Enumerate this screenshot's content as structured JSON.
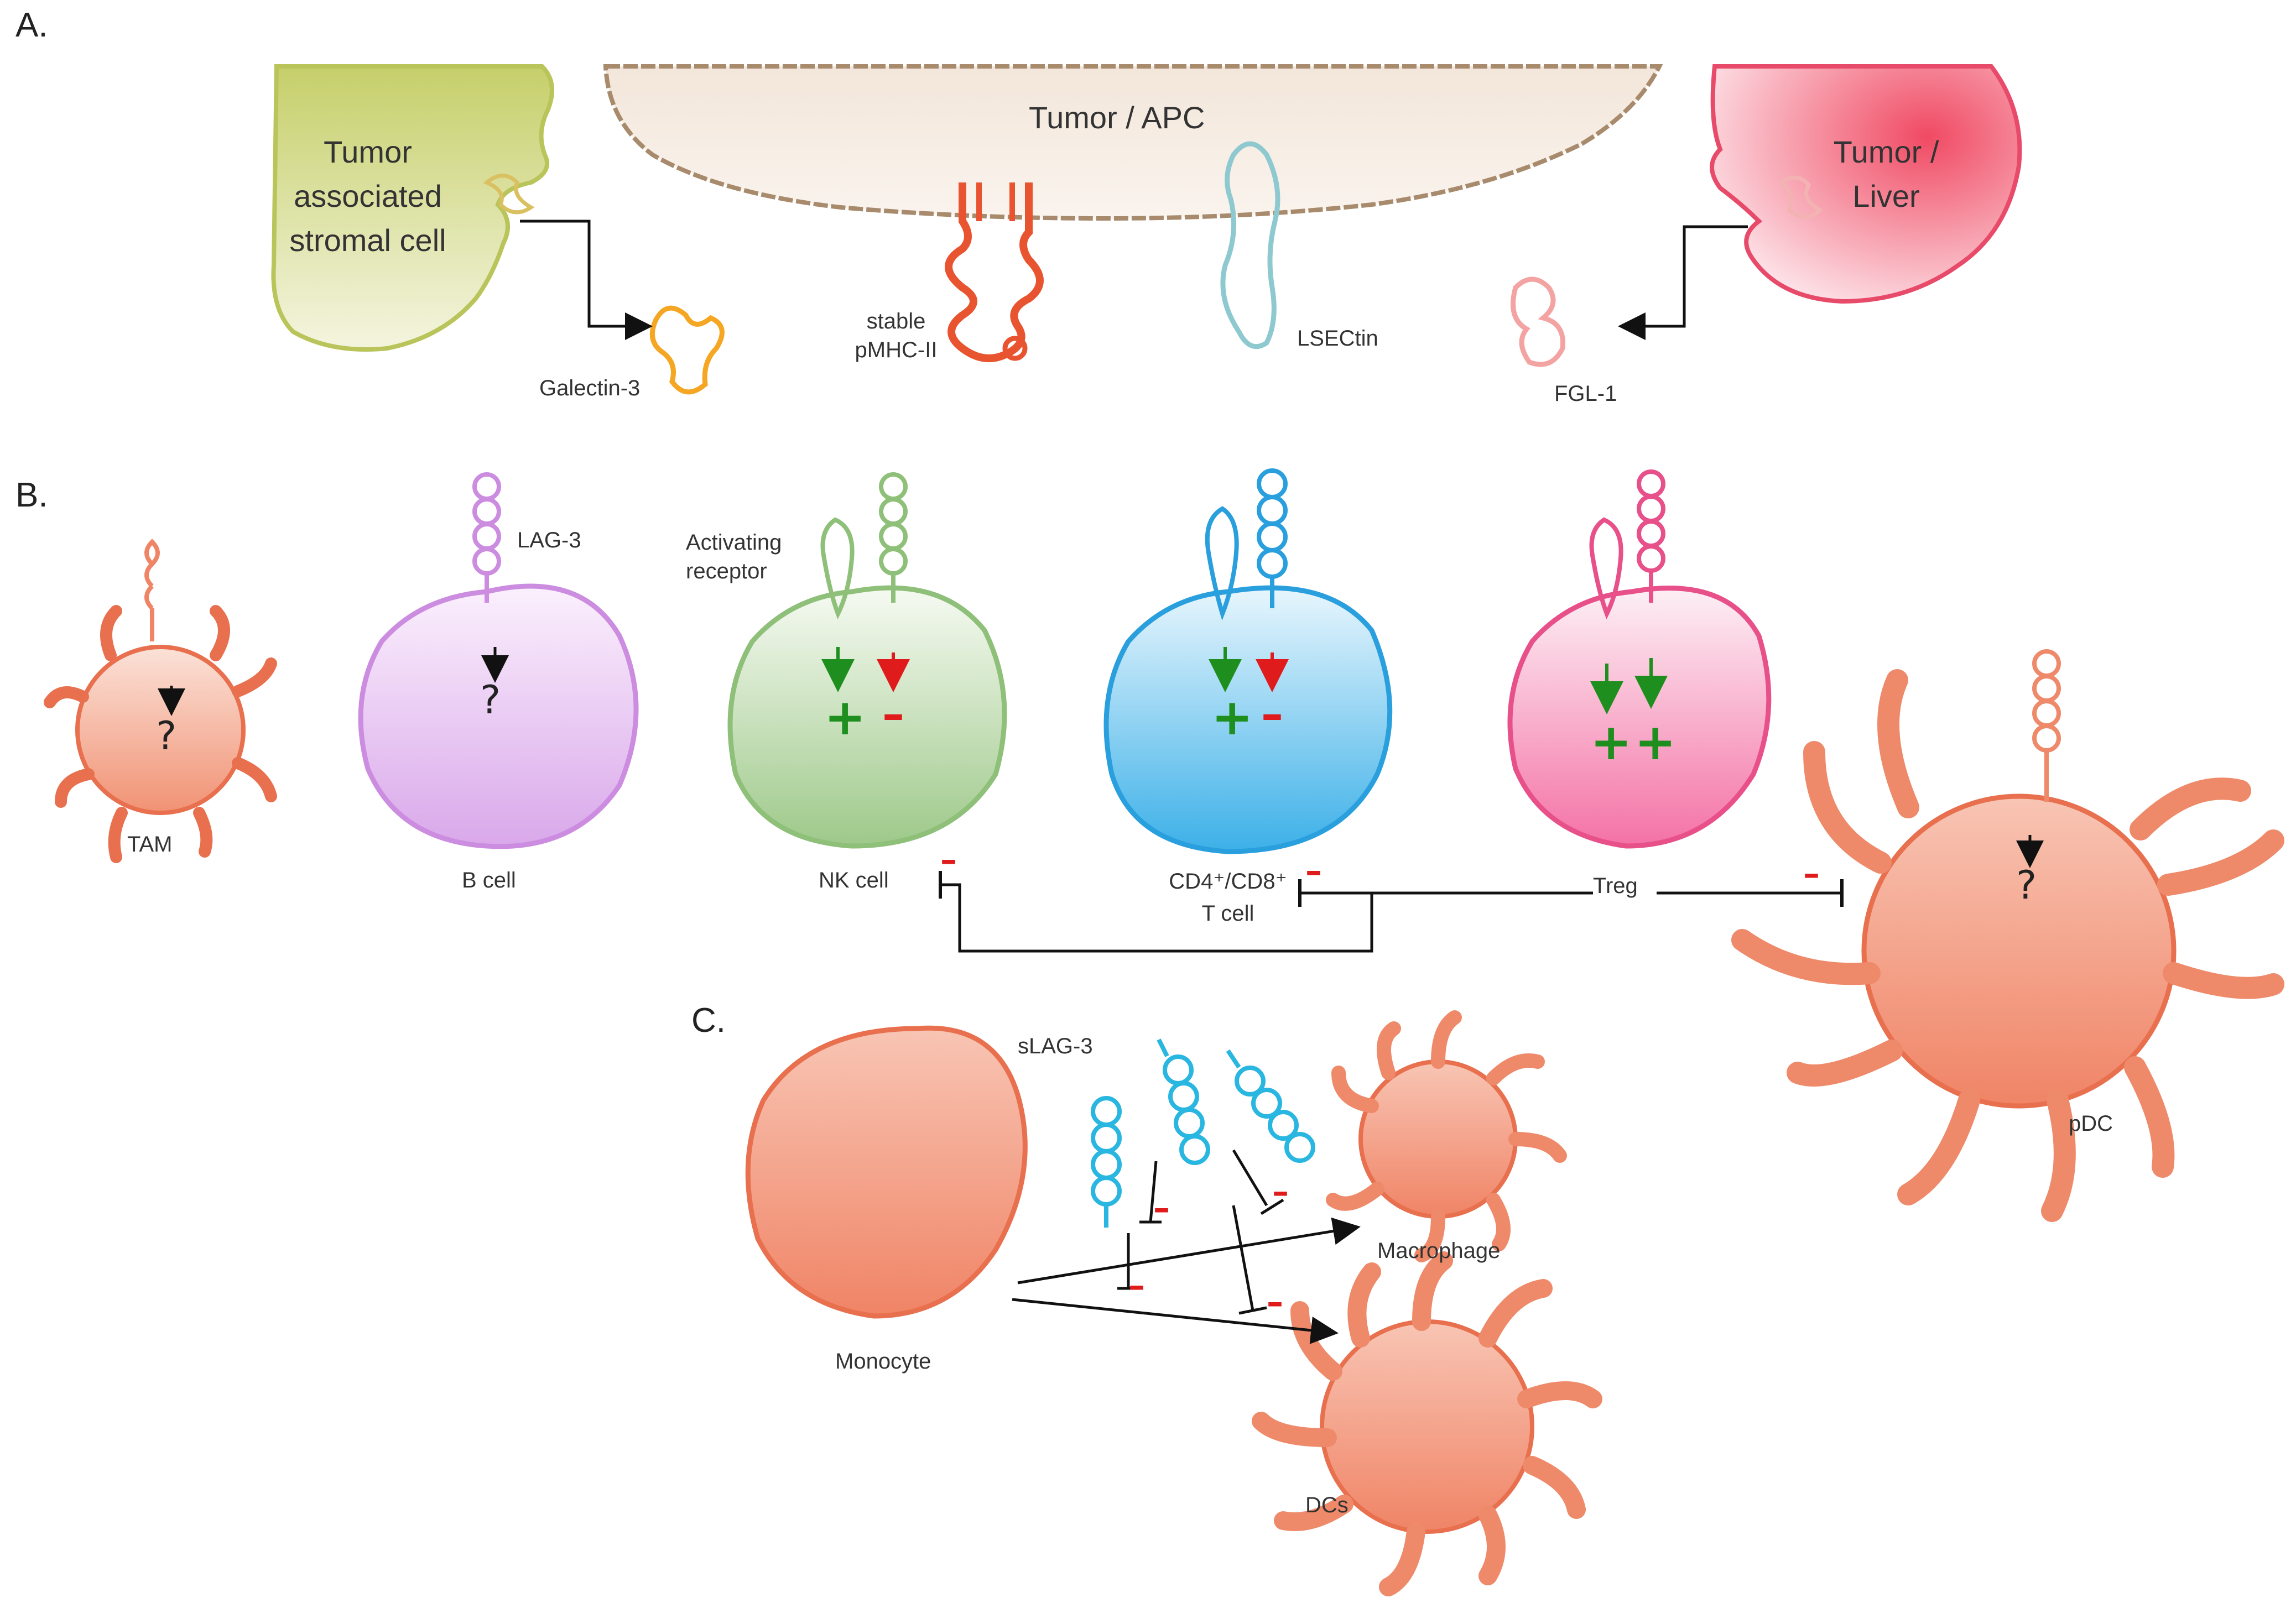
{
  "panels": {
    "a": "A.",
    "b": "B.",
    "c": "C."
  },
  "panel_a": {
    "stromal_cell": [
      "Tumor",
      "associated",
      "stromal cell"
    ],
    "tumor_apc": "Tumor / APC",
    "tumor_liver": [
      "Tumor /",
      "Liver"
    ],
    "galectin3": "Galectin-3",
    "pmhc": [
      "stable",
      "pMHC-II"
    ],
    "lsectin": "LSECtin",
    "fgl1": "FGL-1"
  },
  "panel_b": {
    "lag3": "LAG-3",
    "activating_receptor": [
      "Activating",
      "receptor"
    ],
    "tam": "TAM",
    "b_cell": "B cell",
    "nk_cell": "NK cell",
    "t_cell": [
      "CD4⁺/CD8⁺",
      "T cell"
    ],
    "treg": "Treg",
    "pdc": "pDC",
    "unknown": "?",
    "plus": "+",
    "minus": "–"
  },
  "panel_c": {
    "slag3": "sLAG-3",
    "monocyte": "Monocyte",
    "macrophage": "Macrophage",
    "dcs": "DCs"
  },
  "colors": {
    "stromal": "#c9d36a",
    "apc": "#c9a98a",
    "liver": "#f06b7d",
    "galectin": "#f5a623",
    "pmhc": "#e8542f",
    "lsectin": "#8fc9d0",
    "fgl1": "#f4a3a3",
    "tam": "#f08466",
    "bcell": "#d79ae6",
    "nk": "#8fc07a",
    "tcell": "#2aa4e0",
    "treg": "#f0609a",
    "plus": "#1e8f1e",
    "minus": "#e01b1b"
  }
}
